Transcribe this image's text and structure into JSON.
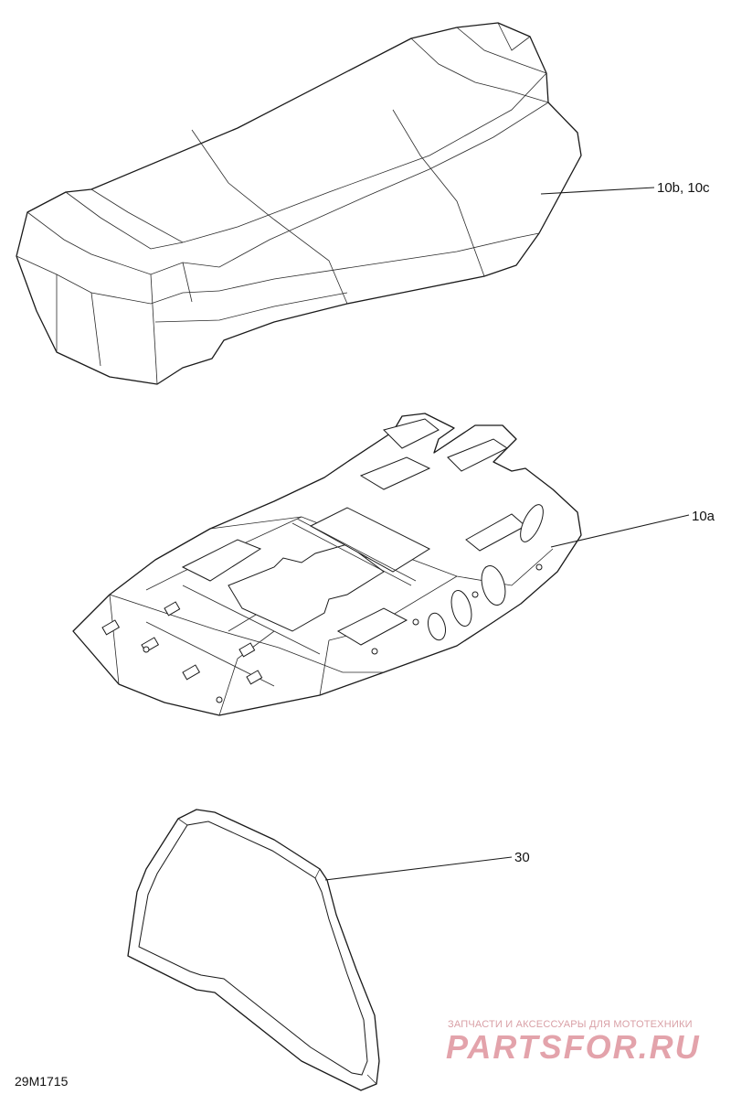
{
  "callouts": {
    "seat_cover": "10b, 10c",
    "seat_base": "10a",
    "backrest_frame": "30"
  },
  "figure_code": "29M1715",
  "watermark": {
    "tagline": "ЗАПЧАСТИ И АКСЕССУАРЫ ДЛЯ МОТОТЕХНИКИ",
    "logo": "PARTSFOR.RU"
  },
  "colors": {
    "line": "#1a1a1a",
    "watermark": "#e3a3ab"
  }
}
